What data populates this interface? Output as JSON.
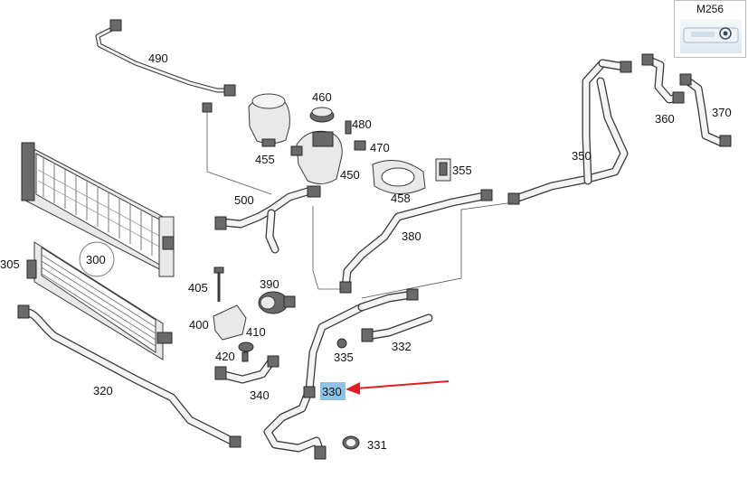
{
  "diagram": {
    "model_badge": "M256",
    "highlighted_part": "330",
    "colors": {
      "highlight": "#8fc3e6",
      "arrow": "#e02020",
      "line": "#3a3a3a"
    },
    "part_labels": {
      "p305": "305",
      "p300": "300",
      "p320": "320",
      "p330": "330",
      "p331": "331",
      "p332": "332",
      "p335": "335",
      "p340": "340",
      "p350": "350",
      "p355": "355",
      "p360": "360",
      "p370": "370",
      "p380": "380",
      "p390": "390",
      "p400": "400",
      "p405": "405",
      "p410": "410",
      "p420": "420",
      "p450": "450",
      "p455": "455",
      "p458": "458",
      "p460": "460",
      "p470": "470",
      "p480": "480",
      "p490": "490",
      "p500": "500"
    }
  }
}
